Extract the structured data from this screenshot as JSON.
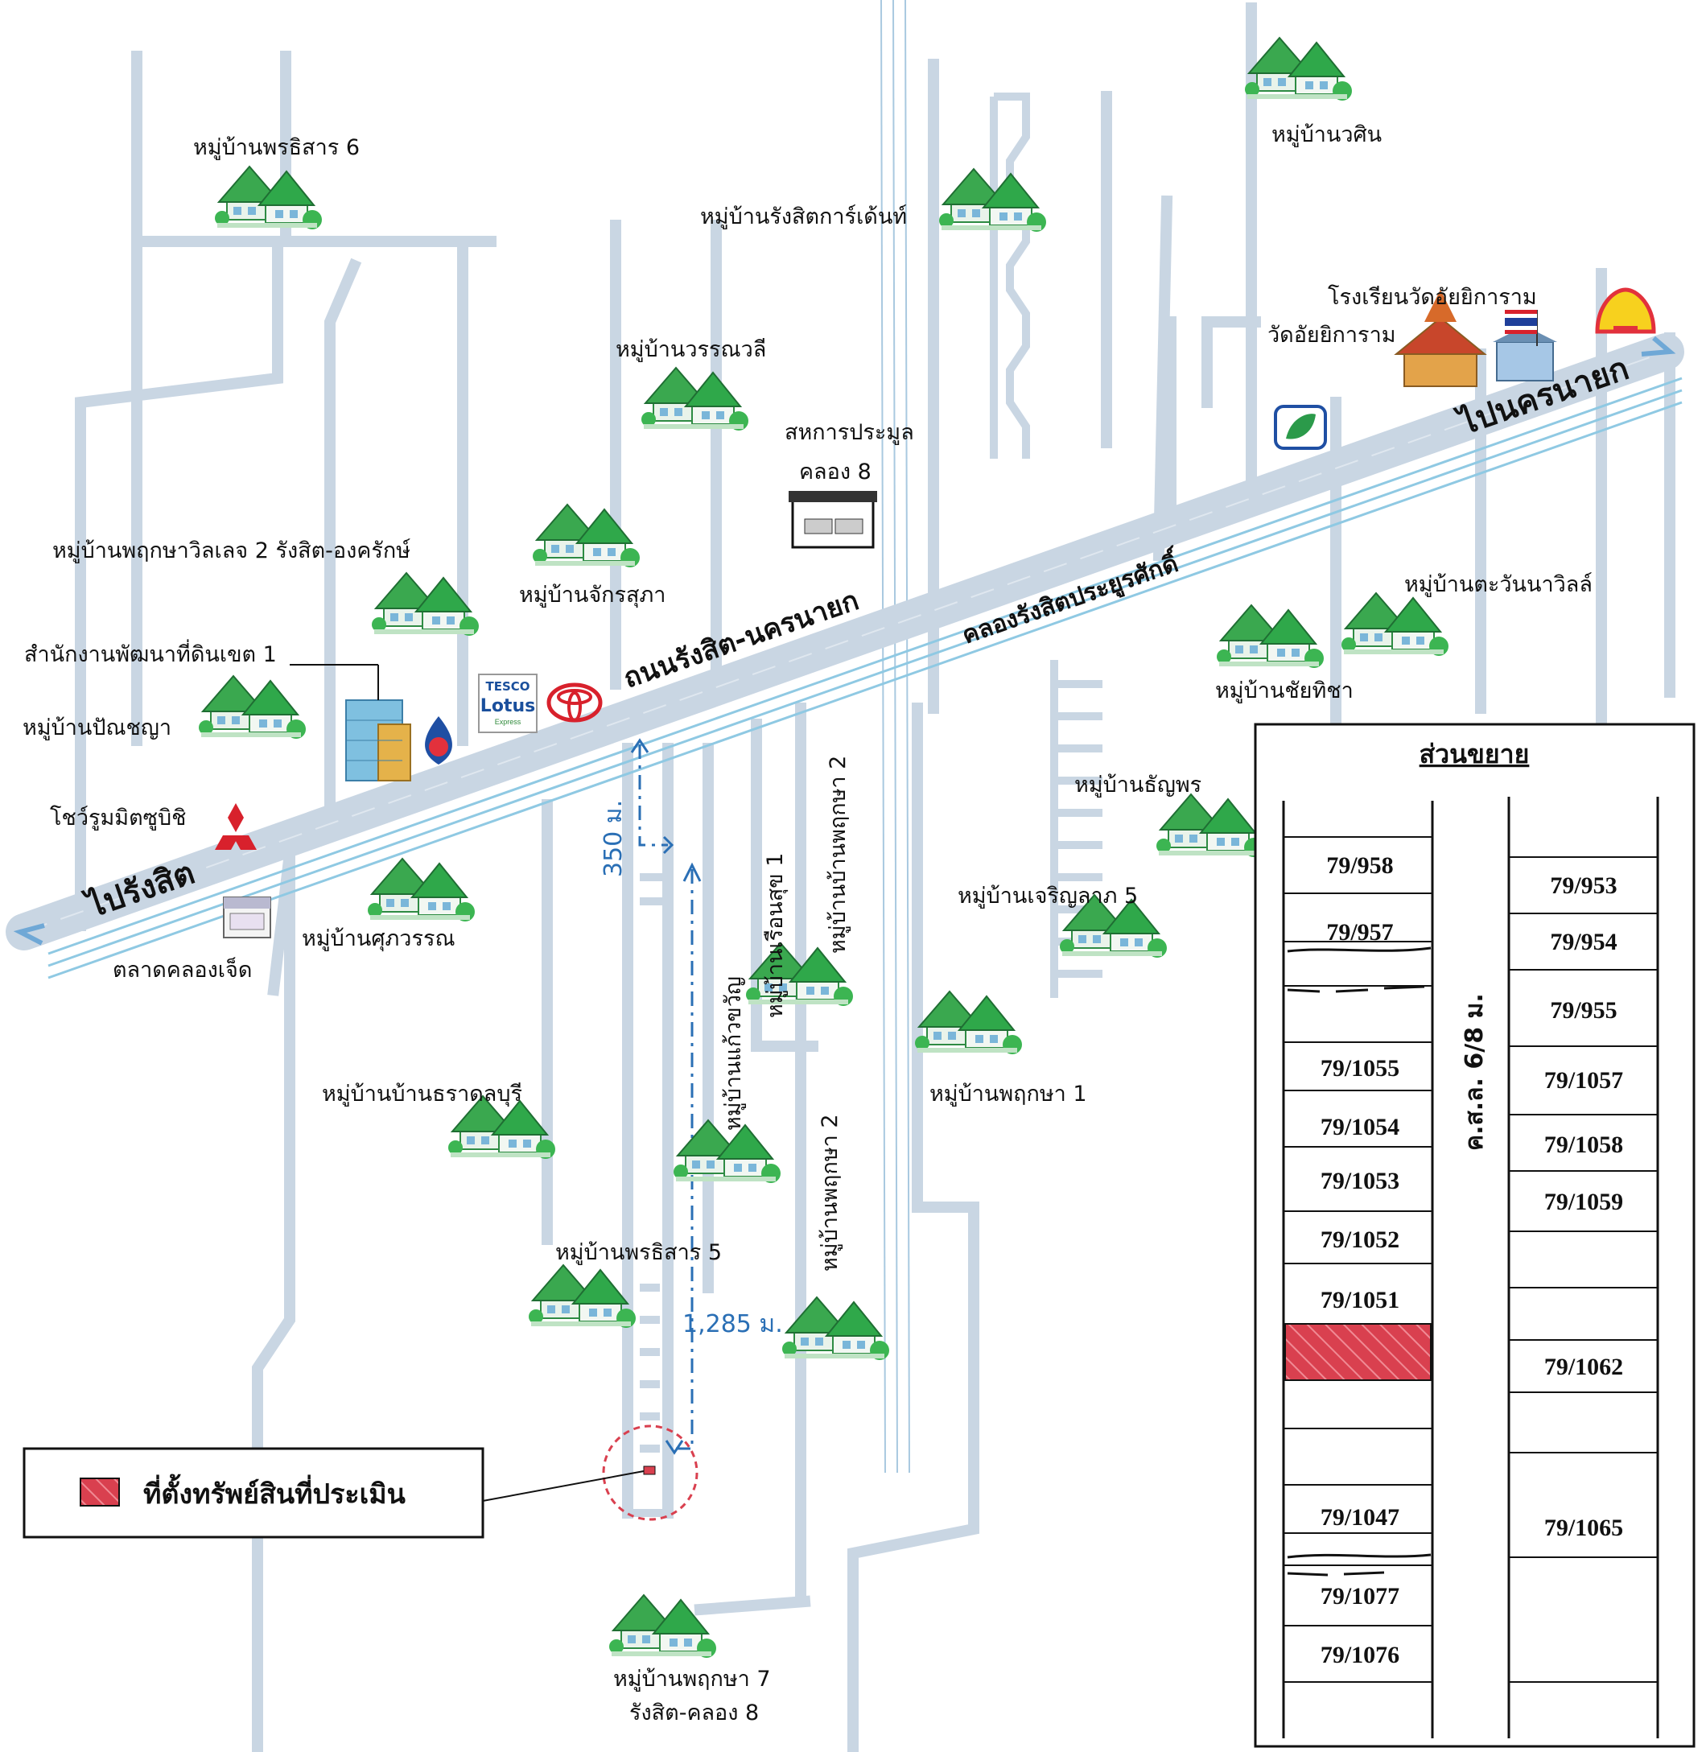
{
  "title": "",
  "roads": {
    "main_road": "ถนนรังสิต-นครนายก",
    "canal": "คลองรังสิตประยูรศักดิ์",
    "to_nakhon_nayok": "ไปนครนายก",
    "to_rangsit": "ไปรังสิต",
    "soi_label": "ค.ส.ล. 6/8 ม."
  },
  "distances": {
    "first": "350 ม.",
    "second": "1,285 ม."
  },
  "villages": [
    "หมู่บ้านพรธิสาร 6",
    "หมู่บ้านรังสิตการ์เด้นท์",
    "หมู่บ้านวศิน",
    "หมู่บ้านวรรณวลี",
    "หมู่บ้านพฤกษาวิลเลจ 2 รังสิต-องครักษ์",
    "หมู่บ้านจักรสุภา",
    "หมู่บ้านตะวันนาวิลล์",
    "หมู่บ้านชัยทิชา",
    "หมู่บ้านปัณชญา",
    "หมู่บ้านธัญพร",
    "หมู่บ้านเจริญลาภ 5",
    "หมู่บ้านศุภวรรณ",
    "หมู่บ้านเรือนสุข 1",
    "หมู่บ้านบ้านพฤกษา 2",
    "หมู่บ้านแก้วขวัญ",
    "หมู่บ้านพฤกษา 1",
    "หมู่บ้านบ้านธราดลบุรี",
    "หมู่บ้านพฤกษา 2",
    "หมู่บ้านพรธิสาร 5",
    "หมู่บ้านพฤกษา 7",
    "รังสิต-คลอง 8"
  ],
  "landmarks": {
    "school": "โรงเรียนวัดอัยยิการาม",
    "temple": "วัดอัยยิการาม",
    "coop": "สหการประมูล",
    "coop2": "คลอง 8",
    "land_office": "สำนักงานพัฒนาที่ดินเขต 1",
    "showroom": "โชว์รูมมิตซูบิชิ",
    "market": "ตลาดคลองเจ็ด",
    "tesco1": "TESCO",
    "tesco2": "Lotus",
    "tesco3": "Express"
  },
  "inset": {
    "title": "ส่วนขยาย",
    "left_plots": [
      "79/958",
      "79/957",
      "79/1055",
      "79/1054",
      "79/1053",
      "79/1052",
      "79/1051",
      "79/1047",
      "79/1077",
      "79/1076"
    ],
    "right_plots": [
      "79/953",
      "79/954",
      "79/955",
      "79/1057",
      "79/1058",
      "79/1059",
      "79/1062",
      "79/1065"
    ]
  },
  "legend": {
    "text": "ที่ตั้งทรัพย์สินที่ประเมิน"
  },
  "colors": {
    "road": "#c9d6e3",
    "canal": "#8fc9e3",
    "house": "#2fa84a",
    "subject": "#d9404f",
    "distance": "#2a6fb5"
  },
  "icons": [
    "house-icon",
    "tesco-lotus-logo",
    "toyota-logo",
    "ptt-logo",
    "mitsubishi-logo",
    "bangchak-logo",
    "shell-logo",
    "thai-flag-icon",
    "temple-icon",
    "school-icon",
    "market-icon",
    "building-icon",
    "car-auction-icon"
  ]
}
